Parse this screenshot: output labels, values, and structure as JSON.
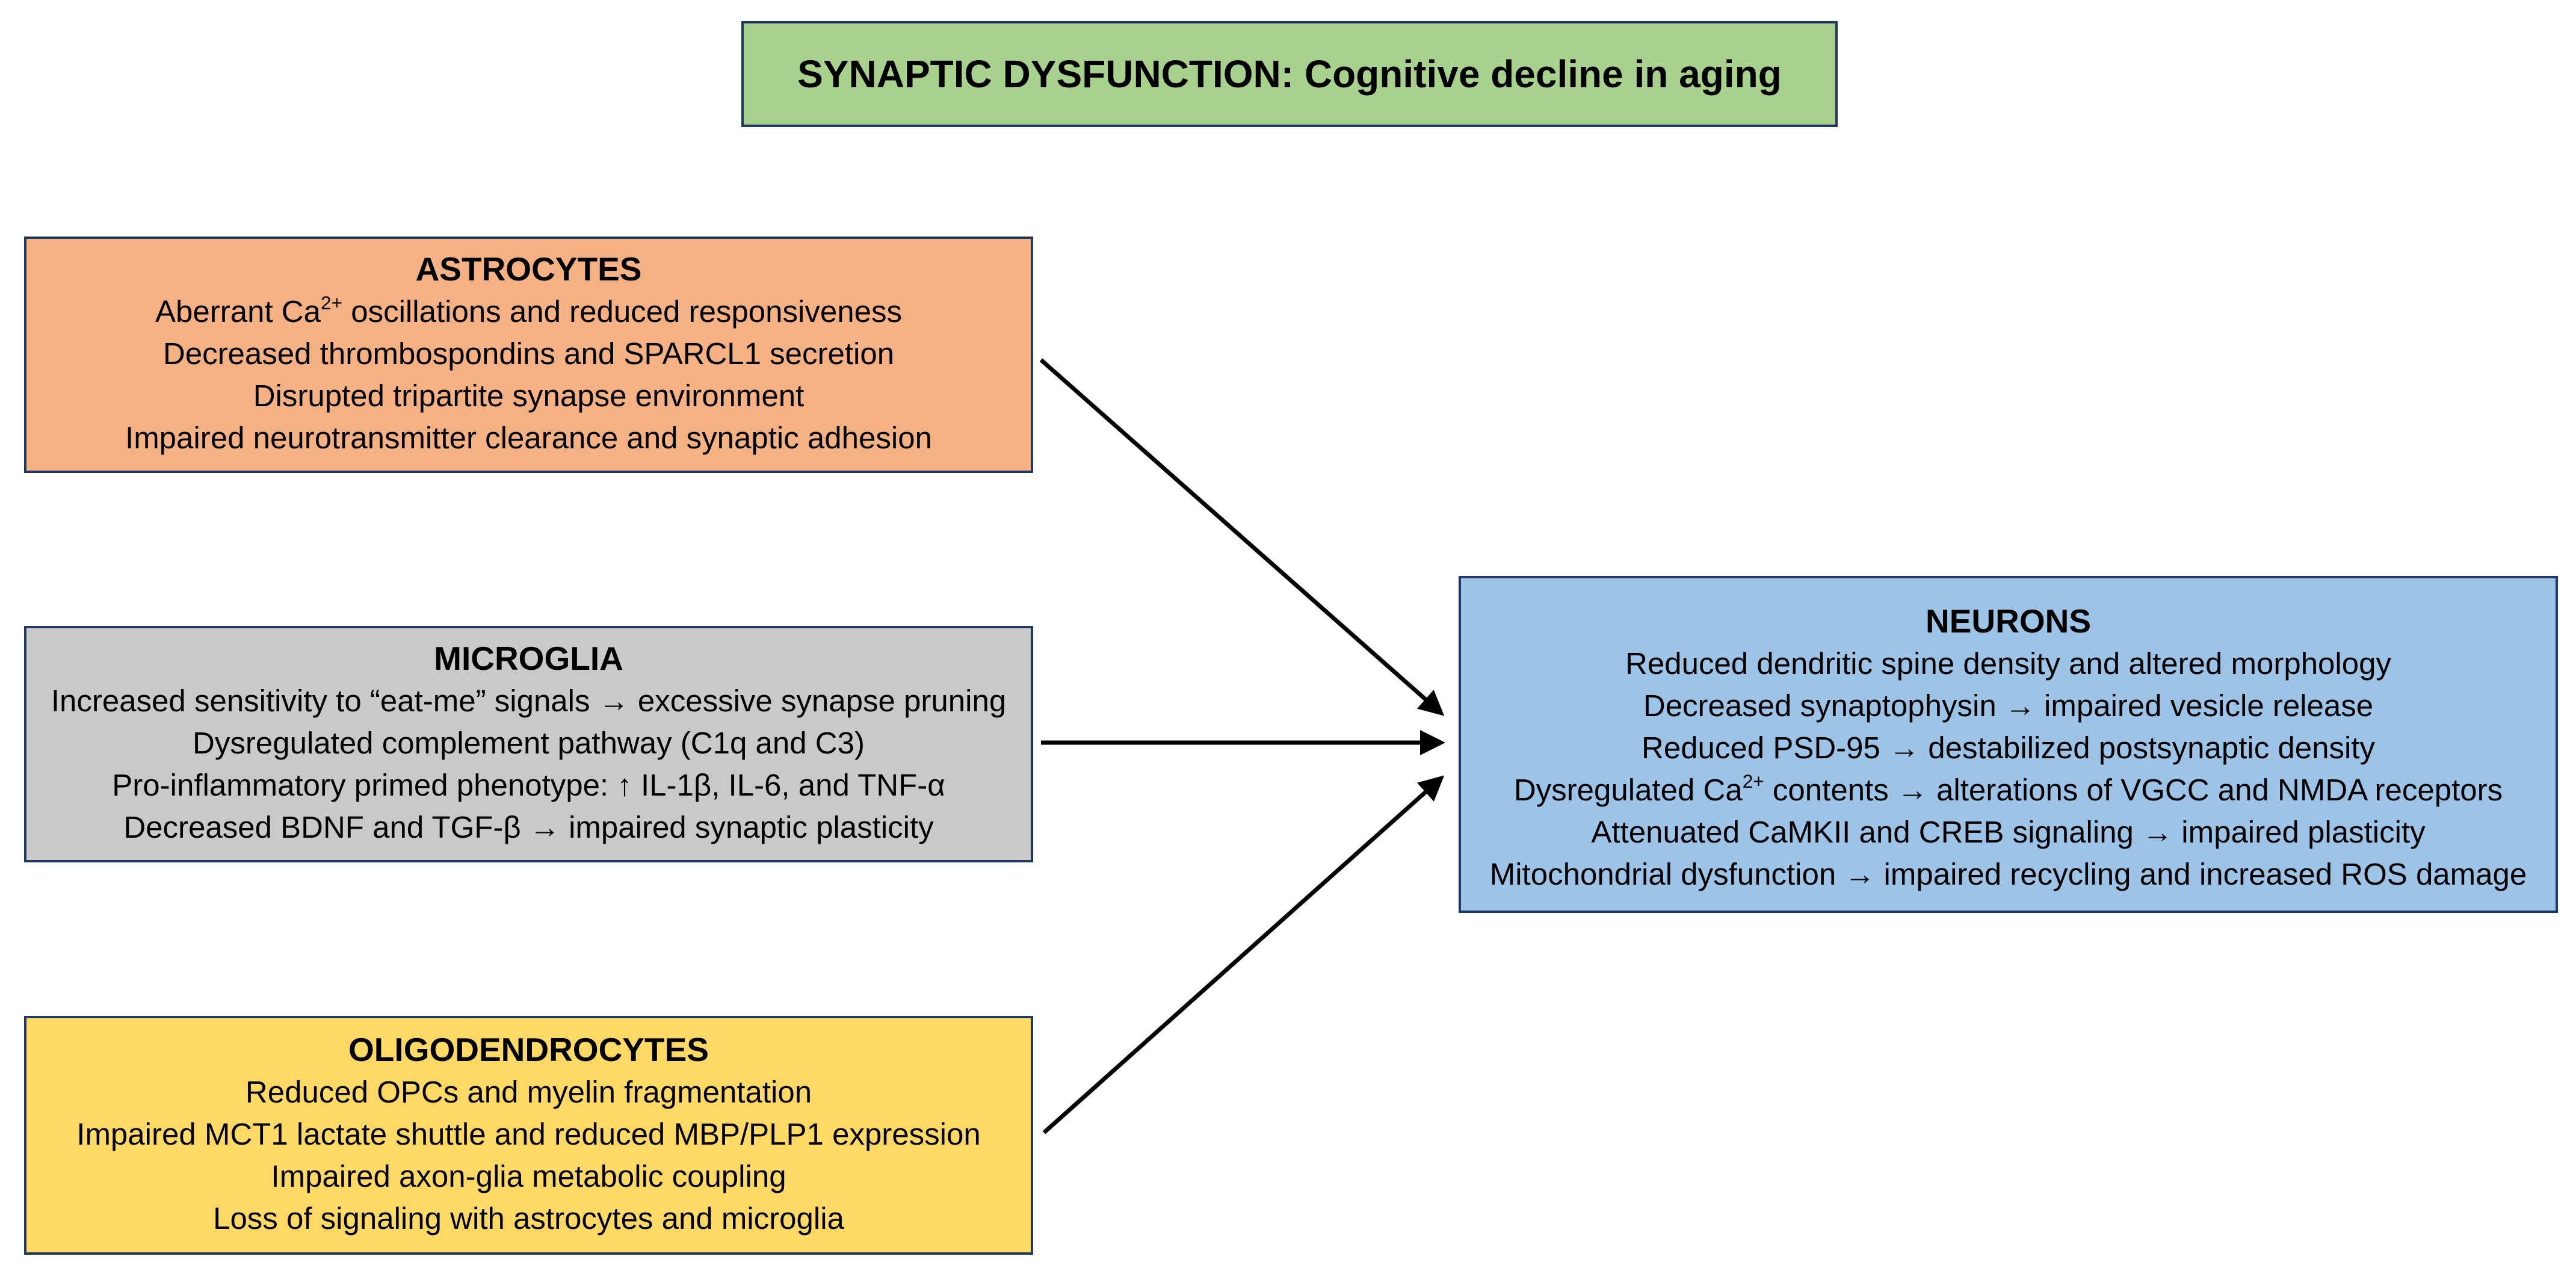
{
  "title": "SYNAPTIC DYSFUNCTION: Cognitive decline in aging",
  "colors": {
    "title_fill": "#a9d18e",
    "astrocytes_fill": "#f4b183",
    "microglia_fill": "#c9c9c9",
    "oligodendrocytes_fill": "#ffd966",
    "neurons_fill": "#9dc3e6",
    "border": "#1f3864",
    "arrow": "#000000"
  },
  "astrocytes": {
    "heading": "ASTROCYTES",
    "lines": [
      {
        "pre": "Aberrant Ca",
        "sup": "2+",
        "post": " oscillations and reduced responsiveness"
      },
      {
        "pre": "Decreased thrombospondins and SPARCL1 secretion"
      },
      {
        "pre": "Disrupted tripartite synapse environment"
      },
      {
        "pre": "Impaired neurotransmitter clearance and synaptic adhesion"
      }
    ]
  },
  "microglia": {
    "heading": "MICROGLIA",
    "lines": [
      {
        "pre": "Increased sensitivity to “eat-me” signals → excessive synapse pruning"
      },
      {
        "pre": "Dysregulated complement pathway (C1q and C3)"
      },
      {
        "pre": "Pro-inflammatory primed phenotype: ↑ IL-1β, IL-6, and TNF-α"
      },
      {
        "pre": "Decreased BDNF and TGF-β → impaired synaptic plasticity"
      }
    ]
  },
  "oligodendrocytes": {
    "heading": "OLIGODENDROCYTES",
    "lines": [
      {
        "pre": "Reduced OPCs and myelin fragmentation"
      },
      {
        "pre": "Impaired MCT1 lactate shuttle and reduced MBP/PLP1 expression"
      },
      {
        "pre": "Impaired axon-glia metabolic coupling"
      },
      {
        "pre": "Loss of signaling with astrocytes and microglia"
      }
    ]
  },
  "neurons": {
    "heading": "NEURONS",
    "lines": [
      {
        "pre": "Reduced dendritic spine density and altered morphology"
      },
      {
        "pre": "Decreased synaptophysin → impaired vesicle release"
      },
      {
        "pre": "Reduced PSD-95 → destabilized postsynaptic density"
      },
      {
        "pre": "Dysregulated Ca",
        "sup": "2+",
        "post": " contents → alterations of VGCC and NMDA receptors"
      },
      {
        "pre": "Attenuated CaMKII and CREB signaling → impaired plasticity"
      },
      {
        "pre": "Mitochondrial dysfunction → impaired recycling and increased ROS damage"
      }
    ]
  }
}
